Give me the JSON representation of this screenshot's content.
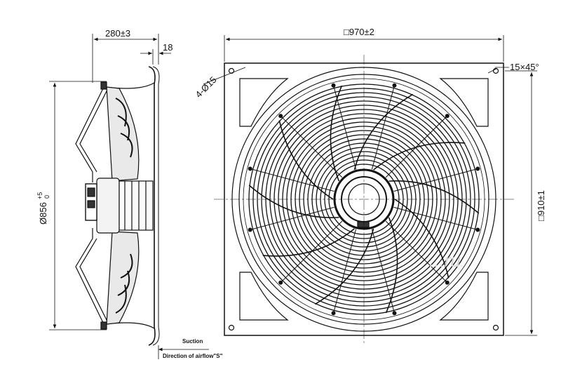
{
  "dimensions": {
    "side_depth": "280±3",
    "flange_thickness": "18",
    "frame_width": "□970±2",
    "hole_spec": "4-Ø15",
    "chamfer": "15×45°",
    "frame_height": "□910±1",
    "diameter_main": "Ø856",
    "diameter_tol_upper": "+5",
    "diameter_tol_lower": "0"
  },
  "airflow": {
    "suction_label": "Suction",
    "direction_label": "Direction of airflow\"S\""
  },
  "watermark": "...ru"
}
